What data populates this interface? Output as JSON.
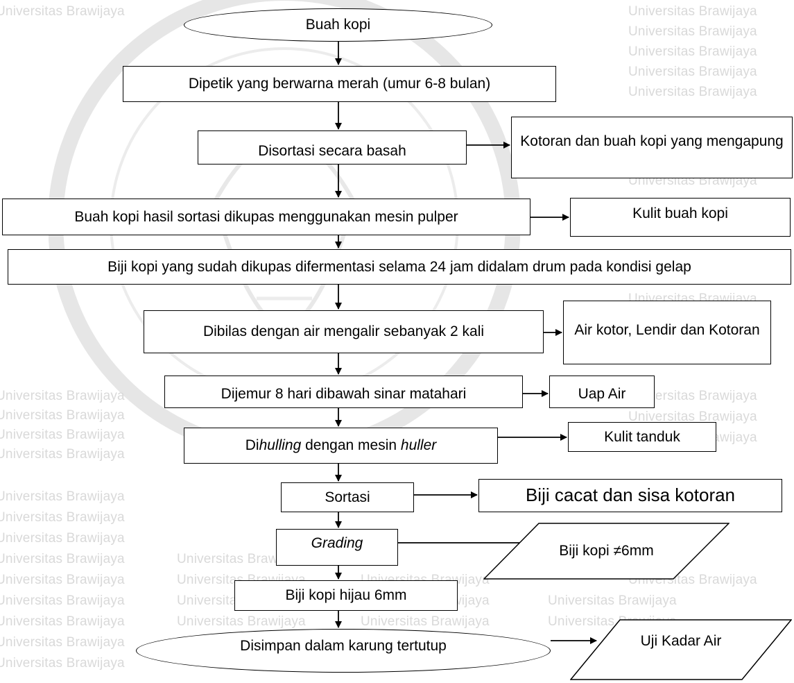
{
  "watermark": {
    "text": "Universitas Brawijaya"
  },
  "flow": {
    "start": "Buah kopi",
    "pick": "Dipetik yang  berwarna merah (umur 6-8 bulan)",
    "sort_wet": "Disortasi secara basah",
    "sort_wet_out": "Kotoran dan  buah kopi yang mengapung",
    "peel": "Buah kopi hasil sortasi dikupas menggunakan mesin pulper",
    "peel_out": "Kulit buah kopi",
    "ferment": "Biji kopi yang sudah dikupas difermentasi selama 24 jam didalam drum pada kondisi gelap",
    "rinse": "Dibilas dengan air mengalir sebanyak 2 kali",
    "rinse_out": "Air kotor, Lendir dan Kotoran",
    "dry": "Dijemur 8 hari dibawah sinar matahari",
    "dry_out": "Uap Air",
    "hull_prefix": "Di",
    "hull_italic": "hulling",
    "hull_mid": " dengan mesin ",
    "hull_italic2": "huller",
    "hull_out": "Kulit  tanduk",
    "sort": "Sortasi",
    "sort_out": "Biji cacat dan sisa kotoran",
    "grading": "Grading",
    "grading_out": "Biji kopi ≠6mm",
    "green": "Biji kopi hijau 6mm",
    "store": "Disimpan dalam karung tertutup",
    "store_out": "Uji Kadar Air"
  }
}
